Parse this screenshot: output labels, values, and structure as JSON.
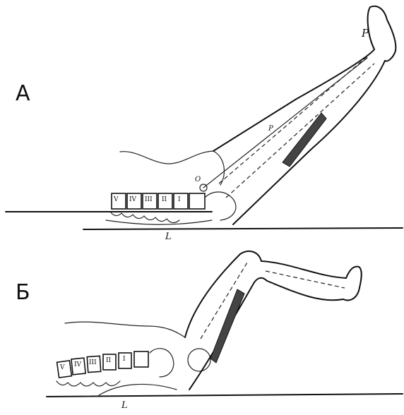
{
  "labels": {
    "panel_a": "А",
    "panel_b": "Б",
    "leg_a_p_top": "P",
    "leg_a_p_mid": "P",
    "leg_a_o": "O",
    "pelvis_a": "L",
    "pelvis_b": "L"
  },
  "vertebra_marks_a": [
    "V",
    "IV",
    "III",
    "II",
    "I"
  ],
  "vertebra_marks_b": [
    "V",
    "IV",
    "III",
    "II",
    "I"
  ]
}
